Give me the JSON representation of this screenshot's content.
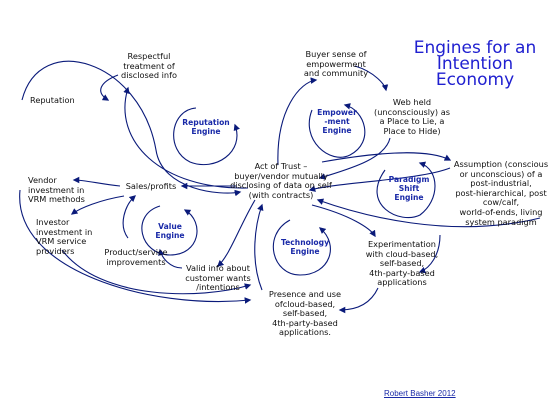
{
  "title": "Engines for an\nIntention\nEconomy",
  "credit": "Robert Basher 2012",
  "colors": {
    "arrow": "#0a1a7a",
    "engine_text": "#1a2aa8",
    "title": "#2020d0"
  },
  "engines": {
    "reputation": "Reputation\nEngine",
    "empowerment": "Empower\n-ment\nEngine",
    "paradigm": "Paradigm\nShift\nEngine",
    "value": "Value\nEngine",
    "technology": "Technology\nEngine"
  },
  "nodes": {
    "respectful": "Respectful\ntreatment of\ndisclosed info",
    "reputation": "Reputation",
    "buyer_sense": "Buyer sense of\nempowerment\nand community",
    "webheld": "Web held\n(unconsciously) as\na Place to Lie, a\nPlace to Hide)",
    "act_of_trust": "Act of Trust –\nbuyer/vendor mutually\ndisclosing of data on self\n(with contracts)",
    "assumption": "Assumption (conscious\nor unconscious) of a\npost-industrial,\npost-hierarchical, post\ncow/calf,\nworld-of-ends, living\nsystem paradigm",
    "vendor_invest": "Vendor\ninvestment in\nVRM methods",
    "sales": "Sales/profits",
    "investor": "Investor\ninvestment in\nVRM service\nproviders",
    "product": "Product/service\nimprovements",
    "valid_info": "Valid info about\ncustomer wants\n/intentions",
    "presence": "Presence and use\nofcloud-based,\nself-based,\n4th-party-based\napplications.",
    "experimentation": "Experimentation\nwith cloud-based,\nself-based,\n4th-party-based\napplications"
  }
}
